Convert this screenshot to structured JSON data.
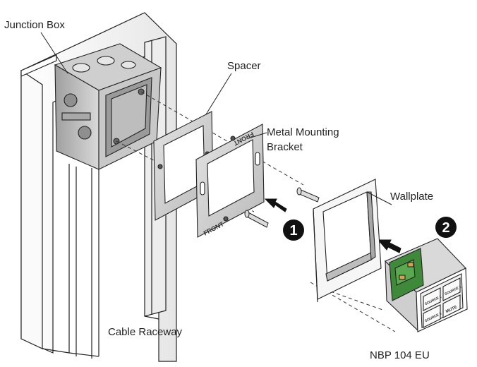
{
  "labels": {
    "junction_box": "Junction Box",
    "spacer": "Spacer",
    "bracket_line1": "Metal Mounting",
    "bracket_line2": "Bracket",
    "wallplate": "Wallplate",
    "cable_raceway": "Cable Raceway",
    "product": "NBP 104 EU"
  },
  "steps": [
    "1",
    "2"
  ],
  "bracket_text": {
    "front_top": "FRONT",
    "front_bottom": "FRONT"
  },
  "keypad_buttons": [
    "SOURCE 1",
    "SOURCE 2",
    "SOURCE 3",
    "MUTE"
  ],
  "colors": {
    "line": "#222222",
    "metal": "#d6d6d6",
    "box": "#b8b8b8",
    "raceway": "#f2f2f2",
    "pcb": "#3f8a3a",
    "badge": "#111111"
  }
}
